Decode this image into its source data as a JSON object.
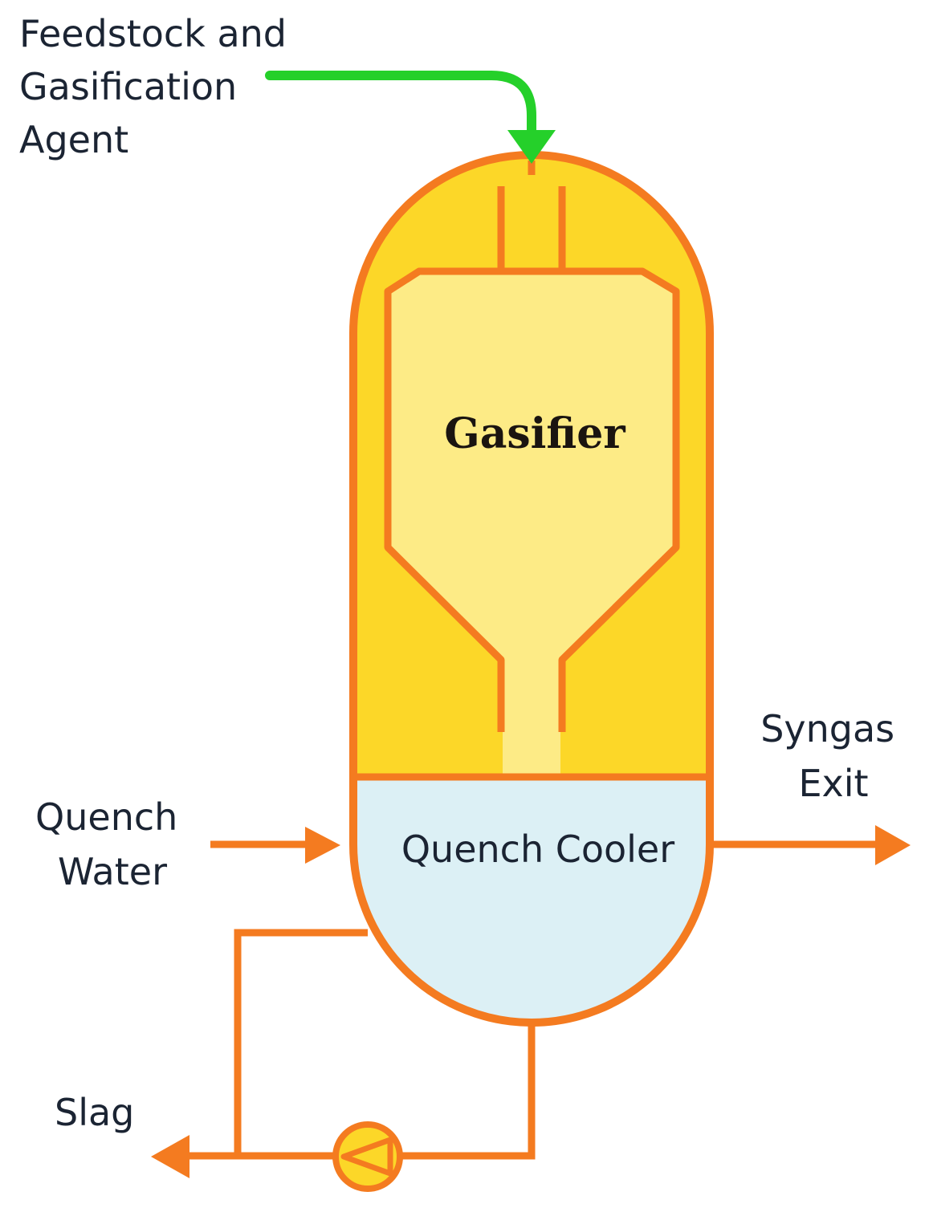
{
  "labels": {
    "feed": [
      "Feedstock and",
      "Gasification",
      "Agent"
    ],
    "gasifier": "Gasifier",
    "quench_cooler": "Quench Cooler",
    "quench_water": [
      "Quench",
      "Water"
    ],
    "syngas_exit": [
      "Syngas",
      "Exit"
    ],
    "slag": "Slag"
  },
  "colors": {
    "vessel_outline": "#f47b20",
    "vessel_fill": "#fcd728",
    "chamber_fill": "#fdeb86",
    "quench_fill": "#dcf0f5",
    "feed_arrow": "#25d02a",
    "flow_arrow": "#f47b20",
    "text": "#1b2433"
  },
  "icons": {
    "pump": "pump-icon"
  }
}
